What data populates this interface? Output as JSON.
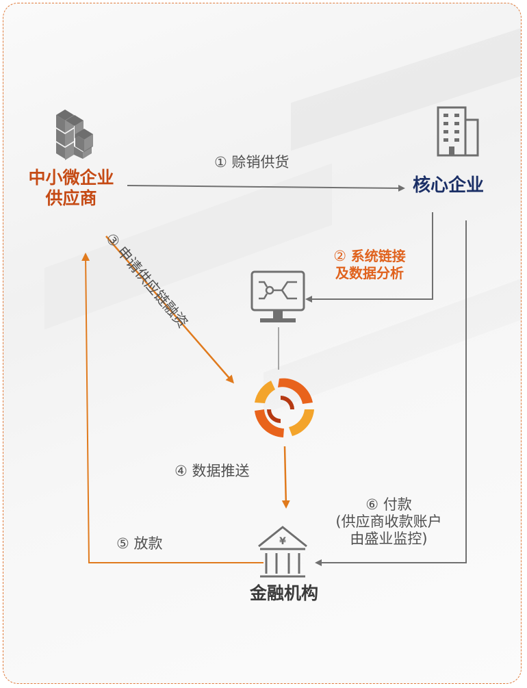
{
  "nodes": {
    "supplier": {
      "line1": "中小微企业",
      "line2": "供应商"
    },
    "core": {
      "label": "核心企业"
    },
    "bank": {
      "label": "金融机构"
    }
  },
  "edges": {
    "step1": {
      "text": "① 赊销供货"
    },
    "step2": {
      "prefix": "② ",
      "line1": "系统链接",
      "line2": "及数据分析"
    },
    "step3": {
      "text": "③ 申请供应链融资"
    },
    "step4": {
      "text": "④ 数据推送"
    },
    "step5": {
      "text": "⑤ 放款"
    },
    "step6": {
      "line1": "⑥ 付款",
      "line2": "(供应商收款账户",
      "line3": "由盛业监控)"
    }
  },
  "icons": {
    "supplier": "building-blocks-icon",
    "core": "office-building-icon",
    "system": "monitor-network-icon",
    "platform": "rotating-logo-icon",
    "bank": "bank-icon"
  },
  "colors": {
    "orange": "#e07a1d",
    "dark_orange": "#c54a14",
    "navy": "#1b2f66",
    "gray_line": "#707070",
    "icon_gray": "#6e6e6e",
    "frame": "#e07a3a"
  }
}
